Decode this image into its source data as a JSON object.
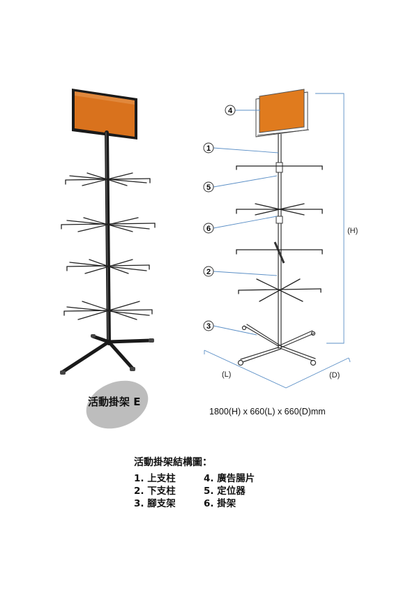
{
  "product_label": "活動掛架 E",
  "dimensions": "1800(H) x 660(L) x 660(D)mm",
  "diagram": {
    "height_label": "(H)",
    "length_label": "(L)",
    "depth_label": "(D)",
    "callouts": [
      "1",
      "2",
      "3",
      "4",
      "5",
      "6"
    ]
  },
  "legend": {
    "title": "活動掛架結構圖：",
    "parts": [
      "1. 上支柱",
      "2. 下支柱",
      "3. 腳支架",
      "4. 廣告腸片",
      "5. 定位器",
      "6. 掛架"
    ]
  },
  "colors": {
    "sign_orange": "#d9721d",
    "frame_black": "#1a1a1a",
    "dimension_blue": "#5b8fc6",
    "oval_gray": "#bdbdbd"
  }
}
